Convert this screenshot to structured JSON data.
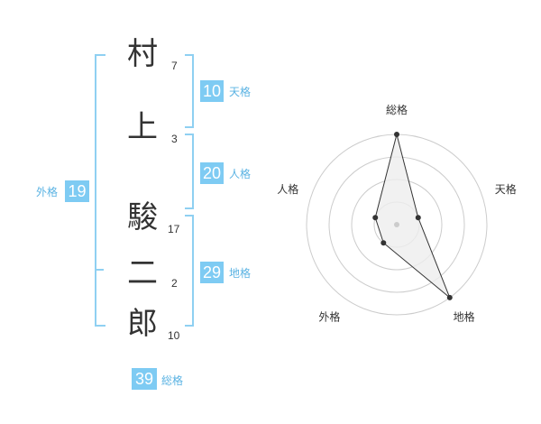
{
  "name": {
    "chars": [
      {
        "char": "村",
        "strokes": "7"
      },
      {
        "char": "上",
        "strokes": "3"
      },
      {
        "char": "駿",
        "strokes": "17"
      },
      {
        "char": "二",
        "strokes": "2"
      },
      {
        "char": "郎",
        "strokes": "10"
      }
    ]
  },
  "fortune": {
    "tenkaku": {
      "value": "10",
      "label": "天格"
    },
    "jinkaku": {
      "value": "20",
      "label": "人格"
    },
    "chikaku": {
      "value": "29",
      "label": "地格"
    },
    "gaikaku": {
      "value": "19",
      "label": "外格"
    },
    "soukaku": {
      "value": "39",
      "label": "総格"
    }
  },
  "chart_data": {
    "type": "radar",
    "axes": [
      "総格",
      "天格",
      "地格",
      "外格",
      "人格"
    ],
    "values": [
      4,
      1,
      4,
      1,
      1
    ],
    "max": 4,
    "colors": {
      "ring": "#cccccc",
      "fill": "#eeeeee",
      "line": "#333333",
      "point": "#333333"
    }
  },
  "colors": {
    "accent": "#7ecbf3",
    "bracket": "#8fd0f2",
    "label": "#5bb3e3"
  }
}
